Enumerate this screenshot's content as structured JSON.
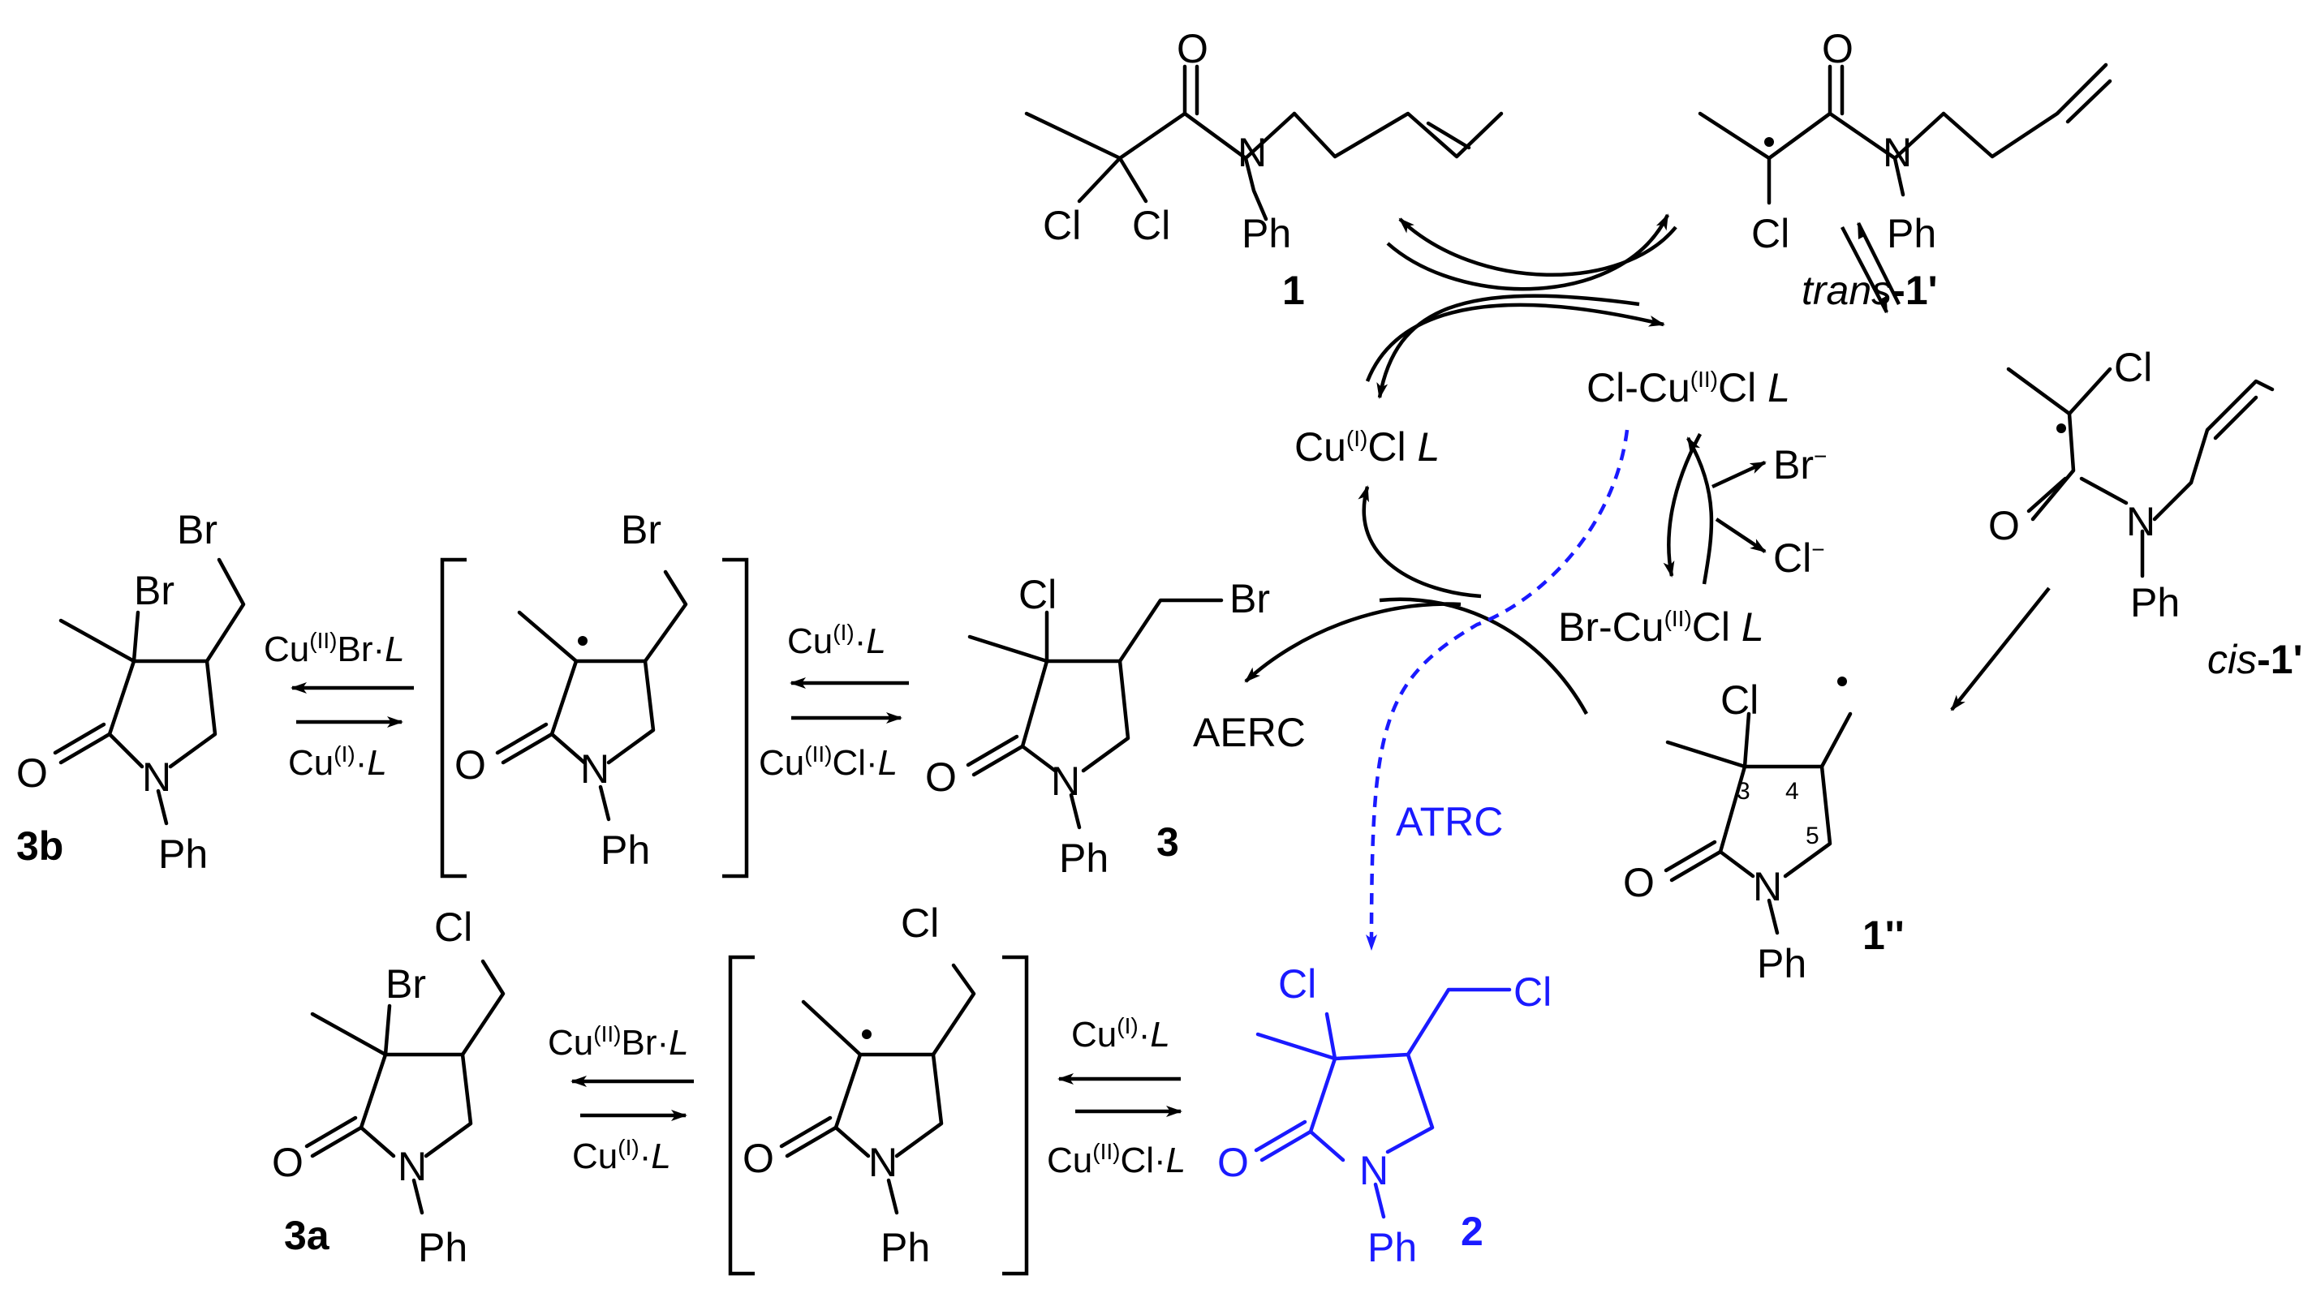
{
  "atoms": {
    "O": "O",
    "N": "N",
    "Ph": "Ph",
    "Cl": "Cl",
    "Br": "Br"
  },
  "compounds": {
    "c1": "1",
    "trans": {
      "italic": "trans",
      "rest": "-1'"
    },
    "cis": {
      "italic": "cis",
      "rest": "-1'"
    },
    "c1pp": "1''",
    "c2": "2",
    "c3": "3",
    "c3a": "3a",
    "c3b": "3b"
  },
  "ring_numbers": {
    "n3": "3",
    "n4": "4",
    "n5": "5"
  },
  "catalyst": {
    "cu1": {
      "a": "Cu",
      "sup": "(I)",
      "b": "Cl ",
      "L": "L"
    },
    "cu2": {
      "a": "Cl-Cu",
      "sup": "(II)",
      "b": "Cl ",
      "L": "L"
    },
    "cu2br": {
      "a": "Br-Cu",
      "sup": "(II)",
      "b": "Cl ",
      "L": "L"
    }
  },
  "ions": {
    "br": "Br",
    "cl": "Cl",
    "minus": "−"
  },
  "paths": {
    "aerc": "AERC",
    "atrc": "ATRC"
  },
  "reagents": {
    "cu1L": {
      "a": "Cu",
      "sup": "(I)",
      "b": "·",
      "L": "L"
    },
    "cu2ClL": {
      "a": "Cu",
      "sup": "(II)",
      "b": "Cl·",
      "L": "L"
    },
    "cu2BrL": {
      "a": "Cu",
      "sup": "(II)",
      "b": "Br·",
      "L": "L"
    }
  },
  "colors": {
    "highlight": "#1a1aff",
    "ink": "#000000"
  }
}
